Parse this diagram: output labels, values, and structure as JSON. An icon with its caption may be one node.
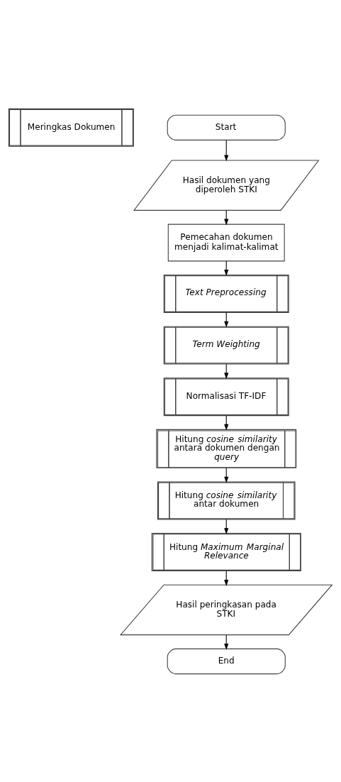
{
  "diagram": {
    "nodes": [
      {
        "text": [
          "Meringkas Dokumen"
        ]
      },
      {
        "text": [
          "Start"
        ]
      },
      {
        "text": [
          "Hasil dokumen yang diperoleh STKI"
        ]
      },
      {
        "text": [
          "Pemecahan dokumen menjadi kalimat-kalimat"
        ]
      },
      {
        "text": [
          "Text Preprocessing"
        ]
      },
      {
        "text": [
          "Term Weighting"
        ]
      },
      {
        "text": [
          "Normalisasi TF-IDF"
        ]
      },
      {
        "text": [
          "Hitung *cosine similarity* antara dokumen dengan *query*"
        ]
      },
      {
        "text": [
          "Hitung *cosine similarity* antar dokumen"
        ]
      },
      {
        "text": [
          "Hitung *Maximum Marginal Relevance*"
        ]
      },
      {
        "text": [
          "Hasil peringkasan pada STKI"
        ]
      },
      {
        "text": [
          "End"
        ]
      }
    ],
    "edges": [
      {
        "from": 1,
        "to": 2,
        "arrow": "to"
      },
      {
        "from": 2,
        "to": 3,
        "arrow": "to"
      },
      {
        "from": 3,
        "to": 4,
        "arrow": "to"
      },
      {
        "from": 4,
        "to": 5,
        "arrow": "to"
      },
      {
        "from": 5,
        "to": 6,
        "arrow": "to"
      },
      {
        "from": 6,
        "to": 7,
        "arrow": "to"
      },
      {
        "from": 7,
        "to": 8,
        "arrow": "to"
      },
      {
        "from": 8,
        "to": 9,
        "arrow": "to"
      },
      {
        "from": 9,
        "to": 10,
        "arrow": "to"
      },
      {
        "from": 10,
        "to": 11,
        "arrow": "to"
      }
    ]
  }
}
